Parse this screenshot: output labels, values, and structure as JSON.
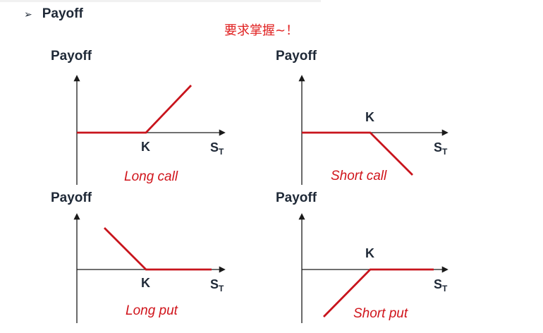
{
  "heading": {
    "bullet": "➢",
    "text": "Payoff"
  },
  "note": "要求掌握~！",
  "panels": [
    {
      "id": "long-call",
      "ylabel": "Payoff",
      "strike": "K",
      "xlabel_main": "S",
      "xlabel_sub": "T",
      "caption": "Long call"
    },
    {
      "id": "short-call",
      "ylabel": "Payoff",
      "strike": "K",
      "xlabel_main": "S",
      "xlabel_sub": "T",
      "caption": "Short call"
    },
    {
      "id": "long-put",
      "ylabel": "Payoff",
      "strike": "K",
      "xlabel_main": "S",
      "xlabel_sub": "T",
      "caption": "Long put"
    },
    {
      "id": "short-put",
      "ylabel": "Payoff",
      "strike": "K",
      "xlabel_main": "S",
      "xlabel_sub": "T",
      "caption": "Short put"
    }
  ],
  "colors": {
    "payoff_line": "#c8141c",
    "axis": "#1a1a1a",
    "caption": "#d0141b",
    "note": "#e02020"
  }
}
